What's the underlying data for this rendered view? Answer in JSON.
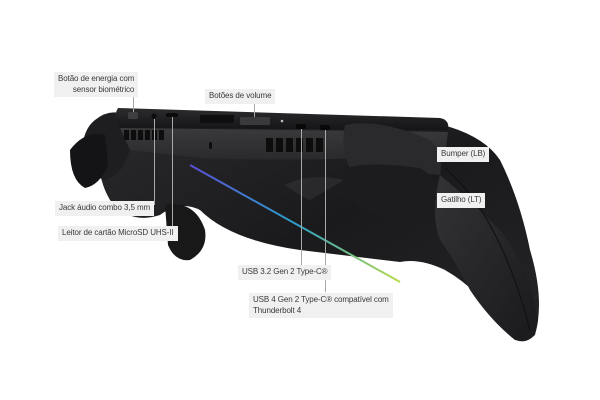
{
  "figure": {
    "subject": "handheld-console-top-edge",
    "colors": {
      "background": "#ffffff",
      "body": "#1c1c1e",
      "body_highlight": "#3a3a3c",
      "label_bg": "#f0f0f0",
      "label_text": "#3a3a3a",
      "leader_line": "#a9a9a9",
      "rgb_strip_start": "#5a4fd6",
      "rgb_strip_mid": "#2aa0c8",
      "rgb_strip_end": "#b6d94a"
    }
  },
  "callouts": {
    "power": "Botão de energia com\nsensor biométrico",
    "power_line1": "Botão de energia com",
    "power_line2": "sensor biométrico",
    "volume": "Botões de volume",
    "bumper": "Bumper (LB)",
    "trigger": "Gatilho (LT)",
    "audio": "Jack áudio combo 3,5 mm",
    "microsd": "Leitor de cartão MicroSD UHS-II",
    "usb32": "USB 3.2 Gen 2 Type-C®",
    "usb4_line1": "USB 4 Gen 2 Type-C® compatível com",
    "usb4_line2": "Thunderbolt 4"
  }
}
